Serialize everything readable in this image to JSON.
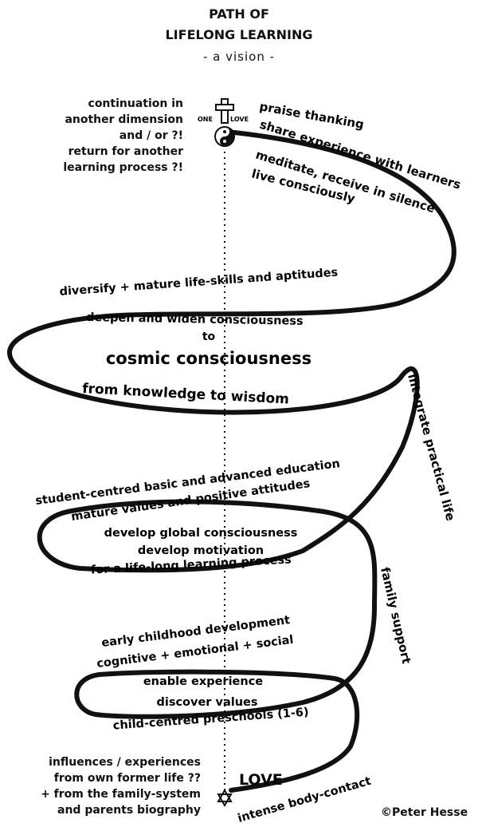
{
  "header": {
    "title_line1": "PATH OF",
    "title_line2": "LIFELONG LEARNING",
    "subtitle": "- a vision -"
  },
  "top_left_note": [
    "continuation in",
    "another dimension",
    "and / or ?!",
    "return for another",
    "learning process ?!"
  ],
  "emblem": {
    "left_word": "ONE",
    "right_word": "LOVE"
  },
  "labels": {
    "praise": "praise thanking",
    "share": "share experience with learners",
    "meditate": "meditate, receive in silence",
    "live": "live consciously",
    "diversify": "diversify + mature life-skills and aptitudes",
    "deepen": "deepen and widen consciousness",
    "to": "to",
    "cosmic": "cosmic consciousness",
    "wisdom": "from knowledge to wisdom",
    "integrate": "integrate practical life",
    "student": "student-centred basic and advanced education",
    "mature": "mature values and positive attitudes",
    "global": "develop global consciousness",
    "motivation": "develop motivation",
    "lifelong": "for a life-long learning process",
    "family": "family support",
    "early": "early childhood development",
    "cognitive": "cognitive + emotional + social",
    "enable": "enable experience",
    "discover": "discover values",
    "preschool": "child-centred preschools (1-6)",
    "love": "LOVE",
    "contact": "intense body-contact"
  },
  "bottom_left_note": [
    "influences / experiences",
    "from own former life ??",
    "+ from the family-system",
    "and parents biography"
  ],
  "credit": "©Peter Hesse"
}
